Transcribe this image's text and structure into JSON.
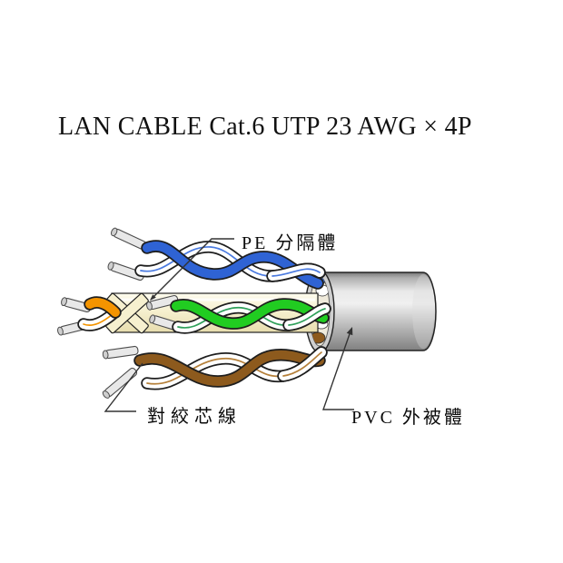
{
  "page": {
    "background": "#ffffff"
  },
  "title": {
    "text": "LAN CABLE Cat.6 UTP 23 AWG × 4P"
  },
  "diagram": {
    "labels": {
      "pe_separator": "PE 分隔體",
      "twisted_pair": "對絞芯線",
      "pvc_jacket": "PVC 外被體"
    },
    "colors": {
      "pair_blue": "#2f63d4",
      "pair_green": "#21cc21",
      "pair_brown": "#8d5a1d",
      "pair_orange": "#f49400",
      "separator_cream": "#f6f0cf",
      "jacket_gray": "#c9c9c9",
      "outline": "#222222"
    }
  }
}
